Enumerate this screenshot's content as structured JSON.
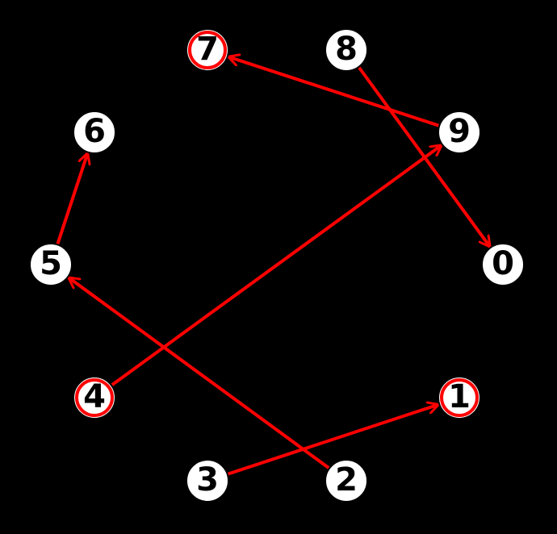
{
  "diagram": {
    "type": "directed-graph",
    "background_color": "#000000",
    "node_fill_color": "#ffffff",
    "node_stroke_color": "#000000",
    "label_color": "#000000",
    "edge_color": "#ff0000",
    "highlight_ring_color": "#ff0000",
    "nodes": [
      {
        "id": "0",
        "label": "0",
        "highlighted": false
      },
      {
        "id": "1",
        "label": "1",
        "highlighted": true
      },
      {
        "id": "2",
        "label": "2",
        "highlighted": false
      },
      {
        "id": "3",
        "label": "3",
        "highlighted": false
      },
      {
        "id": "4",
        "label": "4",
        "highlighted": true
      },
      {
        "id": "5",
        "label": "5",
        "highlighted": false
      },
      {
        "id": "6",
        "label": "6",
        "highlighted": false
      },
      {
        "id": "7",
        "label": "7",
        "highlighted": true
      },
      {
        "id": "8",
        "label": "8",
        "highlighted": false
      },
      {
        "id": "9",
        "label": "9",
        "highlighted": false
      }
    ],
    "edges": [
      {
        "from": "9",
        "to": "7"
      },
      {
        "from": "8",
        "to": "0"
      },
      {
        "from": "4",
        "to": "9"
      },
      {
        "from": "5",
        "to": "6"
      },
      {
        "from": "2",
        "to": "5"
      },
      {
        "from": "3",
        "to": "1"
      }
    ]
  }
}
